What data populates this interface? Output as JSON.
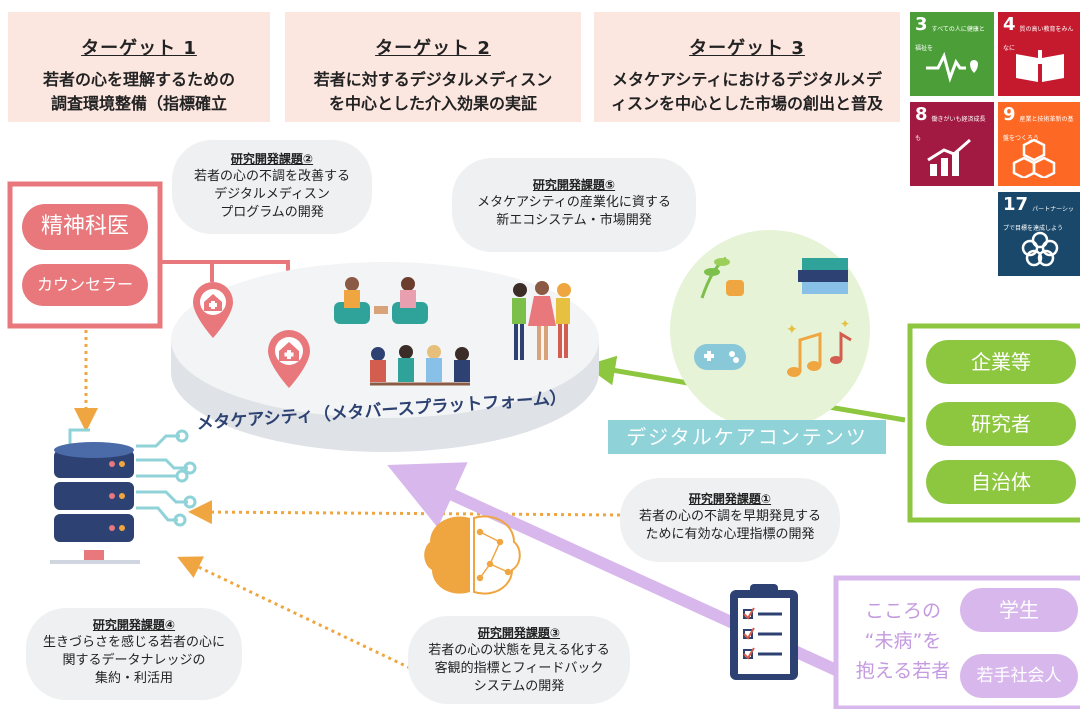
{
  "targets": [
    {
      "title": "ターゲット 1",
      "desc_line1": "若者の心を理解するための",
      "desc_line2": "調査環境整備（指標確立"
    },
    {
      "title": "ターゲット 2",
      "desc_line1": "若者に対するデジタルメディスン",
      "desc_line2": "を中心とした介入効果の実証"
    },
    {
      "title": "ターゲット 3",
      "desc_line1": "メタケアシティにおけるデジタルメデ",
      "desc_line2": "ィスンを中心とした市場の創出と普及"
    }
  ],
  "sdgs": [
    {
      "num": "3",
      "label": "すべての人に健康と福祉を",
      "color": "#4c9f38",
      "icon": "heartbeat-icon"
    },
    {
      "num": "4",
      "label": "質の高い教育をみんなに",
      "color": "#c5192d",
      "icon": "book-icon"
    },
    {
      "num": "8",
      "label": "働きがいも経済成長も",
      "color": "#a21942",
      "icon": "growth-chart-icon"
    },
    {
      "num": "9",
      "label": "産業と技術革新の基盤をつくろう",
      "color": "#fd6925",
      "icon": "cubes-icon"
    },
    {
      "num": "17",
      "label": "パートナーシップで目標を達成しよう",
      "color": "#19486a",
      "icon": "flower-rings-icon"
    }
  ],
  "tasks": {
    "t1": {
      "title": "研究開発課題①",
      "l1": "若者の心の不調を早期発見する",
      "l2": "ために有効な心理指標の開発"
    },
    "t2": {
      "title": "研究開発課題②",
      "l1": "若者の心の不調を改善する",
      "l2": "デジタルメディスン",
      "l3": "プログラムの開発"
    },
    "t3": {
      "title": "研究開発課題③",
      "l1": "若者の心の状態を見える化する",
      "l2": "客観的指標とフィードバック",
      "l3": "システムの開発"
    },
    "t4": {
      "title": "研究開発課題④",
      "l1": "生きづらさを感じる若者の心に",
      "l2": "関するデータナレッジの",
      "l3": "集約・利活用"
    },
    "t5": {
      "title": "研究開発課題⑤",
      "l1": "メタケアシティの産業化に資する",
      "l2": "新エコシステム・市場開発"
    }
  },
  "professionals": {
    "p1": "精神科医",
    "p2": "カウンセラー"
  },
  "platform_label": "メタケアシティ（メタバースプラットフォーム）",
  "content_label": "デジタルケアコンテンツ",
  "stakeholders": {
    "s1": "企業等",
    "s2": "研究者",
    "s3": "自治体"
  },
  "youth": {
    "l1": "こころの",
    "l2": "“未病”を",
    "l3": "抱える若者",
    "g1": "学生",
    "g2": "若手社会人"
  },
  "colors": {
    "pink": "#e8787c",
    "green": "#8dc63f",
    "purple": "#d7b7ec",
    "teal": "#8fd3d9",
    "orange": "#f0a640",
    "navy": "#2d4272"
  }
}
